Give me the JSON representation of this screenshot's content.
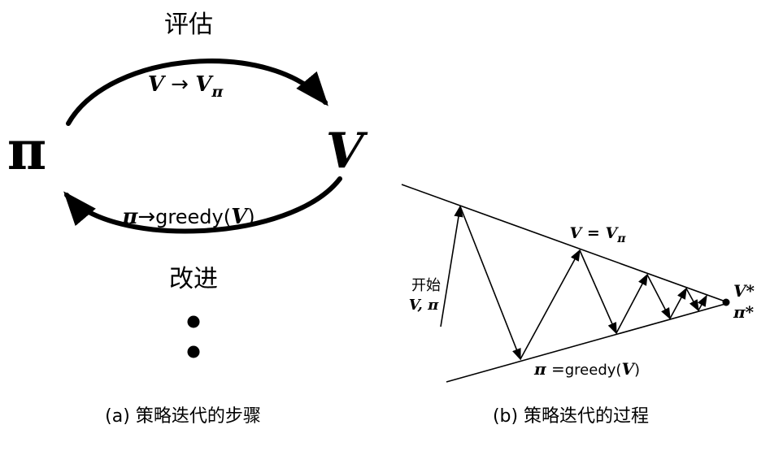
{
  "page": {
    "background": "#ffffff",
    "ink_color": "#000000"
  },
  "left_diagram": {
    "evaluate_label": "评估",
    "evaluation_formula": {
      "v1": "V",
      "arrow": " → ",
      "v2": "V",
      "sub": "π"
    },
    "pi_symbol": "π",
    "v_symbol": "V",
    "improvement_formula": {
      "pi": "π",
      "arrow": "→",
      "greedy": "greedy(",
      "v": "V",
      "close": ")"
    },
    "improve_label": "改进",
    "caption": "(a) 策略迭代的步骤"
  },
  "right_diagram": {
    "upper_line_label": {
      "prefix": "V = V",
      "sub": "π"
    },
    "lower_line_label": {
      "pi": "π",
      "eq": " =",
      "greedy": "greedy(",
      "v": "V",
      "close": ")"
    },
    "start_line1": "开始",
    "start_line2": "V, π",
    "v_star": "V*",
    "pi_star": "π*",
    "caption": "(b) 策略迭代的过程"
  }
}
